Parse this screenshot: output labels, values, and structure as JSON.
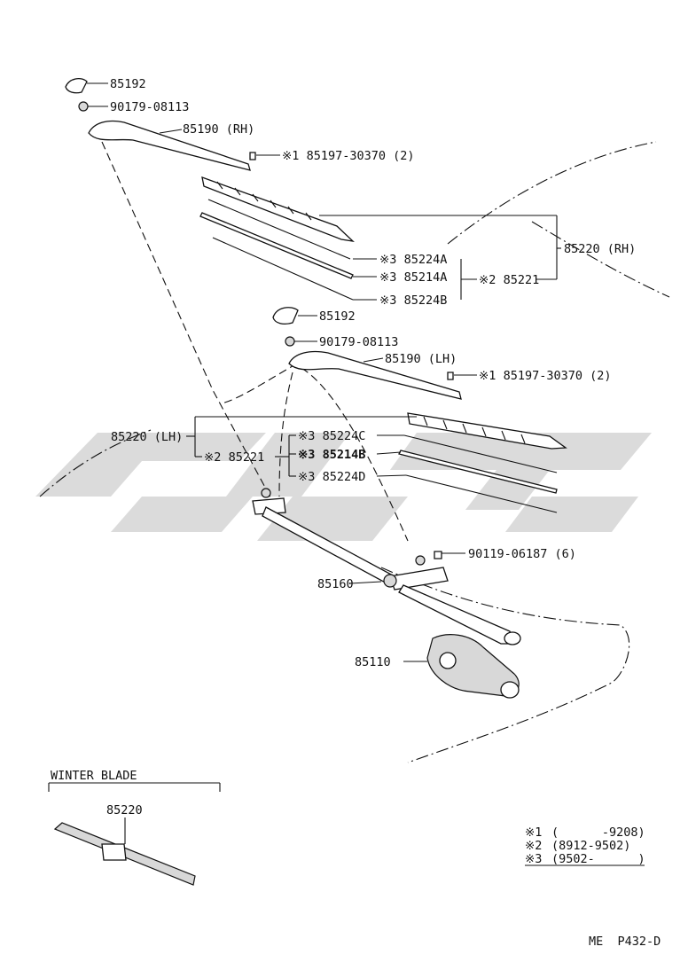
{
  "labels": {
    "cap_rh": "85192",
    "nut_rh": "90179-08113",
    "arm_rh": "85190 (RH)",
    "screw_rh": "※1  85197-30370 (2)",
    "blade_rh": "85220 (RH)",
    "insert_a_top": "※3  85224A",
    "rubber_a": "※3  85214A",
    "insert_b": "※3  85224B",
    "blade_sub_rh": "※2  85221",
    "cap_lh": "85192",
    "nut_lh": "90179-08113",
    "arm_lh": "85190 (LH)",
    "screw_lh": "※1  85197-30370 (2)",
    "blade_lh": "85220 (LH)",
    "blade_sub_lh": "※2  85221",
    "insert_c": "※3  85224C",
    "rubber_b": "※3  85214B",
    "insert_d": "※3  85224D",
    "bolt": "90119-06187 (6)",
    "link": "85160",
    "motor": "85110"
  },
  "winter_blade": {
    "title": "WINTER BLADE",
    "part": "85220"
  },
  "notes": [
    {
      "mark": "※1",
      "range": "(      -9208)"
    },
    {
      "mark": "※2",
      "range": "(8912-9502)"
    },
    {
      "mark": "※3",
      "range": "(9502-      )"
    }
  ],
  "page_code": "ME  P432-D"
}
